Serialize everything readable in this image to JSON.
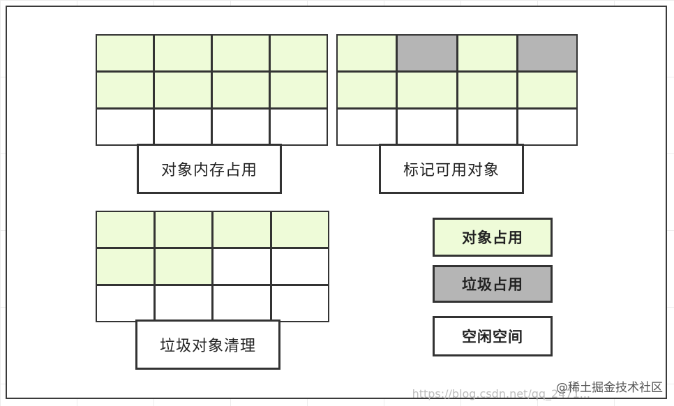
{
  "diagram": {
    "panels": [
      {
        "label": "对象内存占用",
        "cells": [
          [
            "used",
            "used",
            "used",
            "used"
          ],
          [
            "used",
            "used",
            "used",
            "used"
          ],
          [
            "empty",
            "empty",
            "empty",
            "empty"
          ]
        ]
      },
      {
        "label": "标记可用对象",
        "cells": [
          [
            "used",
            "garbage",
            "used",
            "garbage"
          ],
          [
            "used",
            "used",
            "used",
            "used"
          ],
          [
            "empty",
            "empty",
            "empty",
            "empty"
          ]
        ]
      },
      {
        "label": "垃圾对象清理",
        "cells": [
          [
            "used",
            "used",
            "used",
            "used"
          ],
          [
            "used",
            "used",
            "empty",
            "empty"
          ],
          [
            "empty",
            "empty",
            "empty",
            "empty"
          ]
        ]
      }
    ],
    "legend": [
      {
        "label": "对象占用",
        "color": "#eefbd8"
      },
      {
        "label": "垃圾占用",
        "color": "#b5b5b5"
      },
      {
        "label": "空闲空间",
        "color": "#ffffff"
      }
    ]
  },
  "watermark": {
    "brand": "@稀土掘金技术社区",
    "url": "https://blog.csdn.net/qq_2471..."
  }
}
